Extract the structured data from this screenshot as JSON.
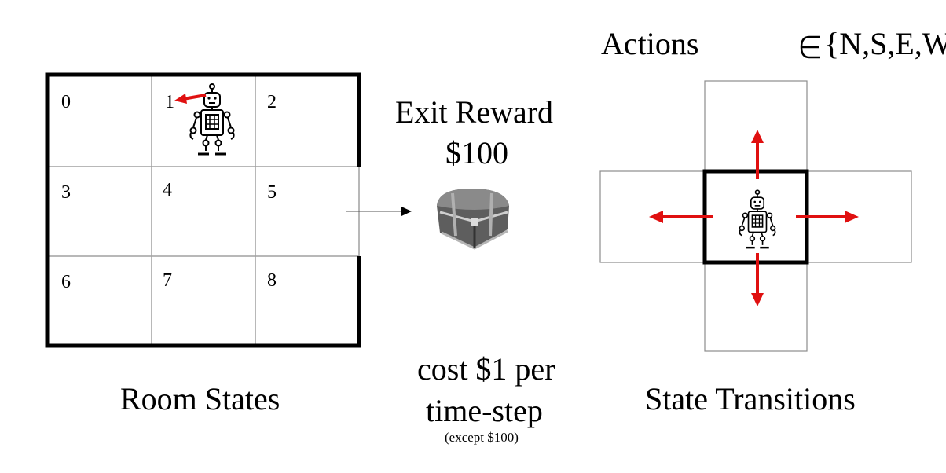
{
  "room": {
    "cells": [
      "0",
      "1",
      "2",
      "3",
      "4",
      "5",
      "6",
      "7",
      "8"
    ],
    "caption": "Room States"
  },
  "exit": {
    "title": "Exit Reward",
    "amount": "$100",
    "cost_line1": "cost $1 per",
    "cost_line2": "time-step",
    "cost_note": "(except $100)"
  },
  "transitions": {
    "actions_label": "Actions",
    "actions_set": "{N,S,E,W}",
    "caption": "State Transitions"
  },
  "colors": {
    "arrow": "#e01010",
    "wall": "#000000",
    "grid": "#a0a0a0",
    "chest": "#6a6a6a"
  },
  "icons": [
    "robot-icon",
    "treasure-chest-icon",
    "arrow-icon",
    "element-of-symbol"
  ]
}
